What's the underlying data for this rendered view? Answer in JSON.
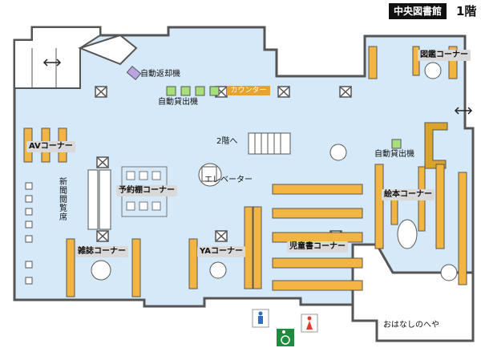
{
  "header": {
    "library_name": "中央図書館",
    "floor": "1階"
  },
  "areas": {
    "av": "AVコーナー",
    "reservation": "予約棚コーナー",
    "magazine": "雑誌コーナー",
    "ya": "YAコーナー",
    "children": "児童書コーナー",
    "picturebook": "絵本コーナー",
    "illustrated": "図鑑コーナー"
  },
  "labels": {
    "auto_return": "自動返却機",
    "auto_lending": "自動貸出機",
    "auto_lending_right": "自動貸出機",
    "counter": "カウンター",
    "to_2f": "2階へ",
    "elevator": "エレベーター",
    "newspaper": "新聞閲覧席",
    "storytime": "おはなしのへや"
  },
  "icons": [
    "male-restroom-icon",
    "female-restroom-icon",
    "accessible-restroom-icon",
    "entrance-arrow-icon"
  ],
  "colors": {
    "floor": "#d6e9f9",
    "shelf": "#f2b544",
    "wall": "#555555",
    "counter": "#e8a32d",
    "kiosk": "#a6e07a",
    "return_machine": "#b9a3e0"
  }
}
